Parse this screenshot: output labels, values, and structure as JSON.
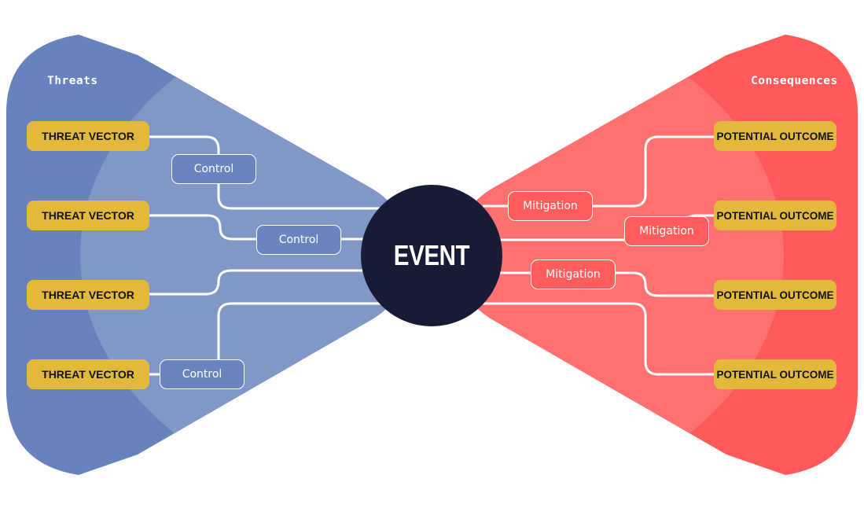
{
  "colors": {
    "threat_dark": "#6882BD",
    "threat_light": "#8197C8",
    "consequence_dark": "#FF5A5A",
    "consequence_light": "#FF7070",
    "pill_yellow": "#E2B93B",
    "event_navy": "#181B36",
    "connector": "#FFFFFF"
  },
  "threats": {
    "title": "Threats",
    "vectors": [
      "THREAT VECTOR",
      "THREAT VECTOR",
      "THREAT VECTOR",
      "THREAT VECTOR"
    ],
    "controls": [
      "Control",
      "Control",
      "Control"
    ]
  },
  "event": {
    "label": "EVENT"
  },
  "consequences": {
    "title": "Consequences",
    "outcomes": [
      "POTENTIAL OUTCOME",
      "POTENTIAL OUTCOME",
      "POTENTIAL OUTCOME",
      "POTENTIAL OUTCOME"
    ],
    "mitigations": [
      "Mitigation",
      "Mitigation",
      "Mitigation"
    ]
  }
}
